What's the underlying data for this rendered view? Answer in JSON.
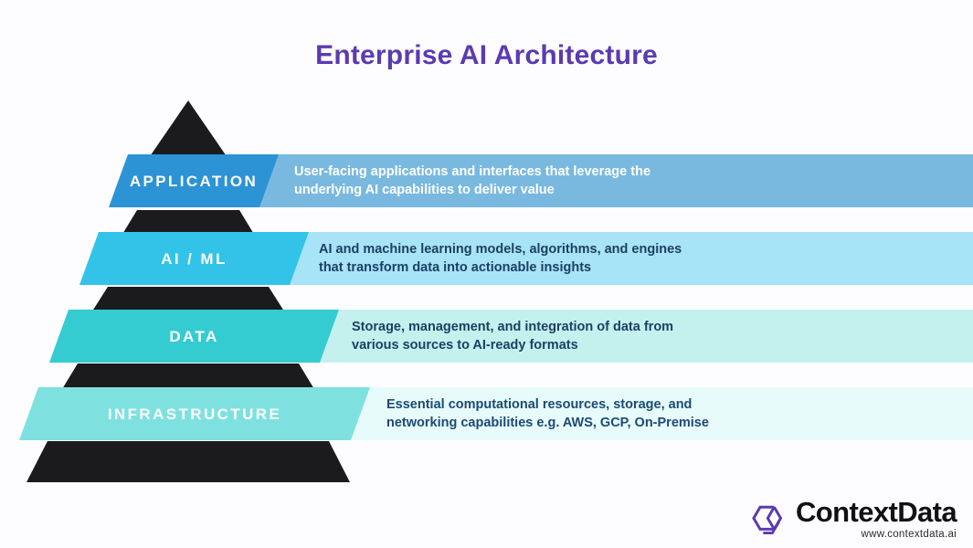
{
  "page": {
    "title": "Enterprise AI Architecture",
    "background_color": "#fdfdff",
    "title_color": "#5b3bb0"
  },
  "diagram": {
    "type": "pyramid",
    "pyramid_color": "#1b1b1e",
    "layers": [
      {
        "id": "application",
        "label": "APPLICATION",
        "description": "User-facing applications and interfaces that leverage the\nunderlying AI capabilities to deliver  value",
        "band_color": "#2c93d5",
        "panel_color": "#79b9e0",
        "label_color": "#ffffff",
        "description_color": "#ffffff"
      },
      {
        "id": "ai-ml",
        "label": "AI / ML",
        "description": "AI and machine learning models, algorithms, and engines\nthat transform data into actionable insights",
        "band_color": "#33c3e8",
        "panel_color": "#a8e4f7",
        "label_color": "#ffffff",
        "description_color": "#1c3f63"
      },
      {
        "id": "data",
        "label": "DATA",
        "description": "Storage, management, and integration of data from\nvarious sources to AI-ready formats",
        "band_color": "#35ccd1",
        "panel_color": "#c4f1ee",
        "label_color": "#ffffff",
        "description_color": "#1c3f63"
      },
      {
        "id": "infrastructure",
        "label": "INFRASTRUCTURE",
        "description": "Essential computational resources, storage, and\nnetworking capabilities e.g. AWS, GCP, On-Premise",
        "band_color": "#7ee1e0",
        "panel_color": "#e7fbfb",
        "label_color": "#ffffff",
        "description_color": "#1c4a72"
      }
    ]
  },
  "logo": {
    "name": "ContextData",
    "url": "www.contextdata.ai",
    "mark_color": "#5b3bb0",
    "word_color": "#111114"
  }
}
